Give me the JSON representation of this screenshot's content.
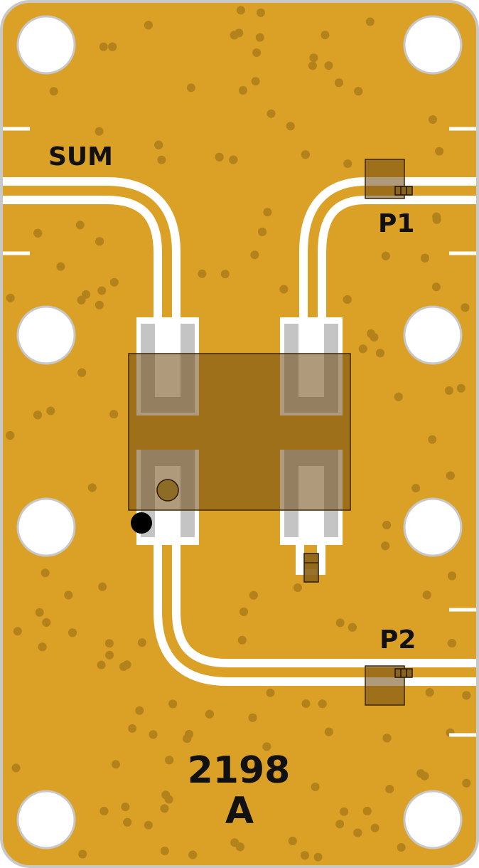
{
  "labels": {
    "sum_port": "SUM",
    "port_1": "P1",
    "port_2": "P2",
    "part_number": "2198",
    "revision": "A"
  },
  "colors": {
    "board_gold": "#DBA026",
    "board_outline": "#C8C8C8",
    "trace_core": "#DBA026",
    "trace_gap": "#FFFFFF",
    "pad_silver": "#C4C4C4",
    "via_dot": "#B4821A",
    "component_body": "#6E4810",
    "silkscreen": "#111111"
  },
  "icons": {
    "mounting_hole": "mounting-hole-icon",
    "pin1_marker": "pin1-dot-icon",
    "smd_resistor": "smd-resistor-icon"
  }
}
